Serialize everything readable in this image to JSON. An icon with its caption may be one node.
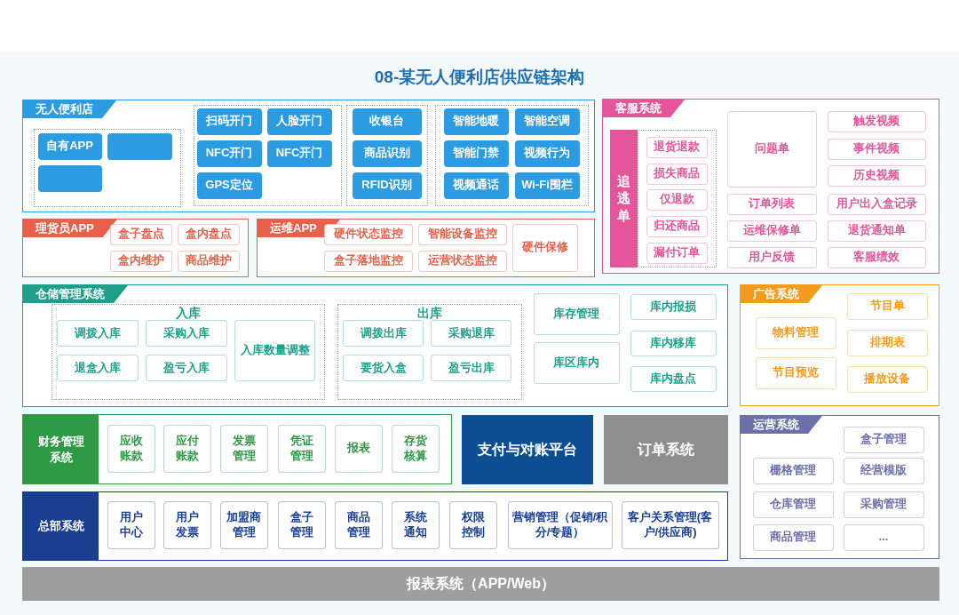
{
  "diagram": {
    "title": "08-某无人便利店供应链架构",
    "nodes": [
      {
        "text": [
          "无人便利店"
        ]
      },
      {
        "text": [
          "自有APP"
        ],
        "in": 0
      },
      {
        "text": [],
        "shape": "box",
        "in": 0
      },
      {
        "text": [],
        "shape": "box",
        "in": 0
      },
      {
        "text": [
          "扫码开门"
        ],
        "in": 0
      },
      {
        "text": [
          "人脸开门"
        ],
        "in": 0
      },
      {
        "text": [
          "NFC开门"
        ],
        "in": 0
      },
      {
        "text": [
          "NFC开门"
        ],
        "in": 0
      },
      {
        "text": [
          "GPS定位"
        ],
        "in": 0
      },
      {
        "text": [
          "收银台"
        ],
        "in": 0
      },
      {
        "text": [
          "商品识别"
        ],
        "in": 0
      },
      {
        "text": [
          "RFID识别"
        ],
        "in": 0
      },
      {
        "text": [
          "智能地暖"
        ],
        "in": 0
      },
      {
        "text": [
          "智能空调"
        ],
        "in": 0
      },
      {
        "text": [
          "智能门禁"
        ],
        "in": 0
      },
      {
        "text": [
          "视频行为"
        ],
        "in": 0
      },
      {
        "text": [
          "视频通话"
        ],
        "in": 0
      },
      {
        "text": [
          "Wi-Fi围栏"
        ],
        "in": 0
      },
      {
        "text": [
          "理货员APP"
        ]
      },
      {
        "text": [
          "盒子盘点"
        ],
        "in": 18
      },
      {
        "text": [
          "盒内盘点"
        ],
        "in": 18
      },
      {
        "text": [
          "盒内维护"
        ],
        "in": 18
      },
      {
        "text": [
          "商品维护"
        ],
        "in": 18
      },
      {
        "text": [
          "运维APP"
        ]
      },
      {
        "text": [
          "硬件状态监控"
        ],
        "in": 23
      },
      {
        "text": [
          "智能设备监控"
        ],
        "in": 23
      },
      {
        "text": [
          "盒子落地监控"
        ],
        "in": 23
      },
      {
        "text": [
          "运营状态监控"
        ],
        "in": 23
      },
      {
        "text": [
          "硬件保修"
        ],
        "in": 23
      },
      {
        "text": [
          "客服系统"
        ]
      },
      {
        "text": [
          "追逃单"
        ],
        "in": 29
      },
      {
        "text": [
          "退货退款"
        ],
        "in": 29
      },
      {
        "text": [
          "损失商品"
        ],
        "in": 29
      },
      {
        "text": [
          "仅退款"
        ],
        "in": 29
      },
      {
        "text": [
          "归还商品"
        ],
        "in": 29
      },
      {
        "text": [
          "漏付订单"
        ],
        "in": 29
      },
      {
        "text": [
          "问题单"
        ],
        "in": 29
      },
      {
        "text": [
          "订单列表"
        ],
        "in": 29
      },
      {
        "text": [
          "运维保修单"
        ],
        "in": 29
      },
      {
        "text": [
          "用户反馈"
        ],
        "in": 29
      },
      {
        "text": [
          "触发视频"
        ],
        "in": 29
      },
      {
        "text": [
          "事件视频"
        ],
        "in": 29
      },
      {
        "text": [
          "历史视频"
        ],
        "in": 29
      },
      {
        "text": [
          "用户出入盒记录"
        ],
        "in": 29
      },
      {
        "text": [
          "退货通知单"
        ],
        "in": 29
      },
      {
        "text": [
          "客服绩效"
        ],
        "in": 29
      },
      {
        "text": [
          "仓储管理系统"
        ]
      },
      {
        "text": [
          "入库"
        ],
        "in": 46
      },
      {
        "text": [
          "调拨入库"
        ],
        "in": 47
      },
      {
        "text": [
          "采购入库"
        ],
        "in": 47
      },
      {
        "text": [
          "退盒入库"
        ],
        "in": 47
      },
      {
        "text": [
          "盈亏入库"
        ],
        "in": 47
      },
      {
        "text": [
          "入库数量调整"
        ],
        "in": 47
      },
      {
        "text": [
          "出库"
        ],
        "in": 46
      },
      {
        "text": [
          "调拨出库"
        ],
        "in": 53
      },
      {
        "text": [
          "采购退库"
        ],
        "in": 53
      },
      {
        "text": [
          "要货入盒"
        ],
        "in": 53
      },
      {
        "text": [
          "盈亏出库"
        ],
        "in": 53
      },
      {
        "text": [
          "库存管理"
        ],
        "in": 46
      },
      {
        "text": [
          "库区库内"
        ],
        "in": 46
      },
      {
        "text": [
          "库内报损"
        ],
        "in": 46
      },
      {
        "text": [
          "库内移库"
        ],
        "in": 46
      },
      {
        "text": [
          "库内盘点"
        ],
        "in": 46
      },
      {
        "text": [
          "广告系统"
        ]
      },
      {
        "text": [
          "物料管理"
        ],
        "in": 63
      },
      {
        "text": [
          "节目预览"
        ],
        "in": 63
      },
      {
        "text": [
          "节目单"
        ],
        "in": 63
      },
      {
        "text": [
          "排期表"
        ],
        "in": 63
      },
      {
        "text": [
          "播放设备"
        ],
        "in": 63
      },
      {
        "text": [
          "财务管理系统"
        ]
      },
      {
        "text": [
          "应收账款"
        ],
        "in": 69
      },
      {
        "text": [
          "应付账款"
        ],
        "in": 69
      },
      {
        "text": [
          "发票管理"
        ],
        "in": 69
      },
      {
        "text": [
          "凭证管理"
        ],
        "in": 69
      },
      {
        "text": [
          "报表"
        ],
        "in": 69
      },
      {
        "text": [
          "存货核算"
        ],
        "in": 69
      },
      {
        "text": [
          "支付与对账平台"
        ]
      },
      {
        "text": [
          "订单系统"
        ]
      },
      {
        "text": [
          "运营系统"
        ]
      },
      {
        "text": [
          "盒子管理"
        ],
        "in": 78
      },
      {
        "text": [
          "栅格管理"
        ],
        "in": 78
      },
      {
        "text": [
          "经营模版"
        ],
        "in": 78
      },
      {
        "text": [
          "仓库管理"
        ],
        "in": 78
      },
      {
        "text": [
          "采购管理"
        ],
        "in": 78
      },
      {
        "text": [
          "商品管理"
        ],
        "in": 78
      },
      {
        "text": [
          "..."
        ],
        "in": 78
      },
      {
        "text": [
          "总部系统"
        ]
      },
      {
        "text": [
          "用户中心"
        ],
        "in": 86
      },
      {
        "text": [
          "用户发票"
        ],
        "in": 86
      },
      {
        "text": [
          "加盟商管理"
        ],
        "in": 86
      },
      {
        "text": [
          "盒子管理"
        ],
        "in": 86
      },
      {
        "text": [
          "商品管理"
        ],
        "in": 86
      },
      {
        "text": [
          "系统通知"
        ],
        "in": 86
      },
      {
        "text": [
          "权限控制"
        ],
        "in": 86
      },
      {
        "text": [
          "营销管理（促销/积分/专题）"
        ],
        "in": 86
      },
      {
        "text": [
          "客户关系管理(客户/供应商)"
        ],
        "in": 86
      },
      {
        "text": [
          "报表系统（APP/Web）"
        ]
      }
    ]
  }
}
